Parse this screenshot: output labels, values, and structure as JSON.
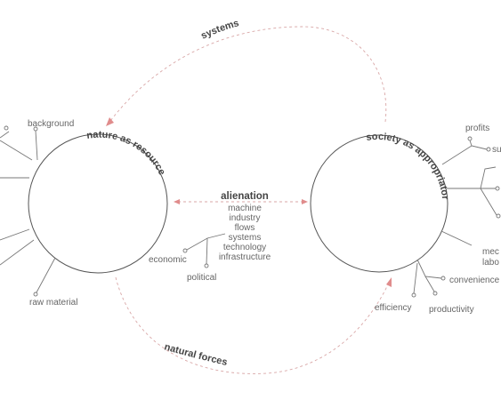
{
  "nodes": {
    "left_circle": {
      "label": "nature as resource"
    },
    "right_circle": {
      "label": "society as appropriator"
    }
  },
  "flows": {
    "top": "systems",
    "bottom": "natural forces",
    "center_title": "alienation",
    "center_items": [
      "machine",
      "industry",
      "flows",
      "systems",
      "technology",
      "infrastructure"
    ]
  },
  "left_branches": {
    "background": "background",
    "raw_material": "raw material",
    "economic": "economic",
    "political": "political"
  },
  "right_branches": {
    "profits": "profits",
    "surplus_partial": "surp",
    "mec_partial": "mec",
    "labo_partial": "labo",
    "convenience_partial": "convenience",
    "efficiency": "efficiency",
    "productivity": "productivity"
  },
  "colors": {
    "circle_stroke": "#555555",
    "branch_stroke": "#777777",
    "dashed_flow": "#d9a7a7",
    "arrowhead": "#e08c8c",
    "text": "#666666"
  }
}
